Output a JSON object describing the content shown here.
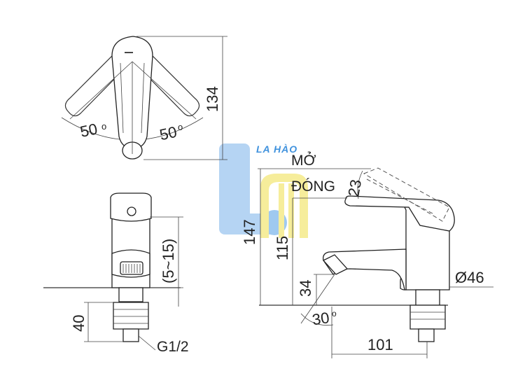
{
  "brand": {
    "text": "LA HÀO",
    "colors": {
      "blue": "#a9cdf2",
      "yellow": "#f5ea8a",
      "text": "#1f7fd8"
    }
  },
  "top_view": {
    "height_dim": "134",
    "angle_left": "50",
    "angle_right": "50"
  },
  "front_view": {
    "flow_dim": "(5~15)",
    "base_dim": "40",
    "thread": "G1/2"
  },
  "side_view": {
    "label_open": "MỞ",
    "label_close": "ĐÓNG",
    "lever_angle": "23",
    "total_height": "147",
    "spout_height": "115",
    "outlet_height": "34",
    "spout_angle": "30",
    "reach": "101",
    "body_diameter": "Ø46"
  }
}
